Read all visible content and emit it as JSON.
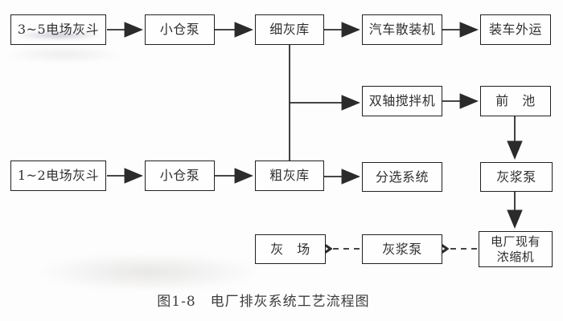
{
  "diagram": {
    "caption": "图1-8　电厂排灰系统工艺流程图",
    "line_color": "#2b2b2b",
    "background_color": "#fdfdfd",
    "nodes": {
      "hopper_3_5": "3~5电场灰斗",
      "pump_fine": "小仓泵",
      "fine_silo": "细灰库",
      "truck_bulk_loader": "汽车散装机",
      "load_transport_out": "装车外运",
      "twin_shaft_mixer": "双轴搅拌机",
      "forebay": "前　池",
      "hopper_1_2": "1~2电场灰斗",
      "pump_coarse": "小仓泵",
      "coarse_silo": "粗灰库",
      "sorting_system": "分选系统",
      "slurry_pump_upper": "灰浆泵",
      "ash_yard": "灰　场",
      "slurry_pump_lower": "灰浆泵",
      "thickener_line1": "电厂现有",
      "thickener_line2": "浓缩机"
    },
    "edges": [
      {
        "from": "3~5电场灰斗",
        "to": "小仓泵",
        "style": "solid-arrow"
      },
      {
        "from": "小仓泵",
        "to": "细灰库",
        "style": "solid-arrow"
      },
      {
        "from": "细灰库",
        "to": "汽车散装机",
        "style": "solid-arrow"
      },
      {
        "from": "汽车散装机",
        "to": "装车外运",
        "style": "solid-arrow"
      },
      {
        "from": "细灰库",
        "to": "粗灰库",
        "style": "solid-line"
      },
      {
        "from": "细灰库",
        "to": "双轴搅拌机",
        "style": "solid-arrow"
      },
      {
        "from": "双轴搅拌机",
        "to": "前池",
        "style": "solid-arrow"
      },
      {
        "from": "前池",
        "to": "灰浆泵",
        "style": "solid-arrow"
      },
      {
        "from": "1~2电场灰斗",
        "to": "小仓泵",
        "style": "solid-arrow"
      },
      {
        "from": "小仓泵",
        "to": "粗灰库",
        "style": "solid-arrow"
      },
      {
        "from": "粗灰库",
        "to": "分选系统",
        "style": "solid-arrow"
      },
      {
        "from": "灰浆泵",
        "to": "电厂现有浓缩机",
        "style": "solid-arrow"
      },
      {
        "from": "电厂现有浓缩机",
        "to": "灰浆泵",
        "style": "dashed-arrow"
      },
      {
        "from": "灰浆泵",
        "to": "灰场",
        "style": "dashed-arrow"
      }
    ]
  }
}
